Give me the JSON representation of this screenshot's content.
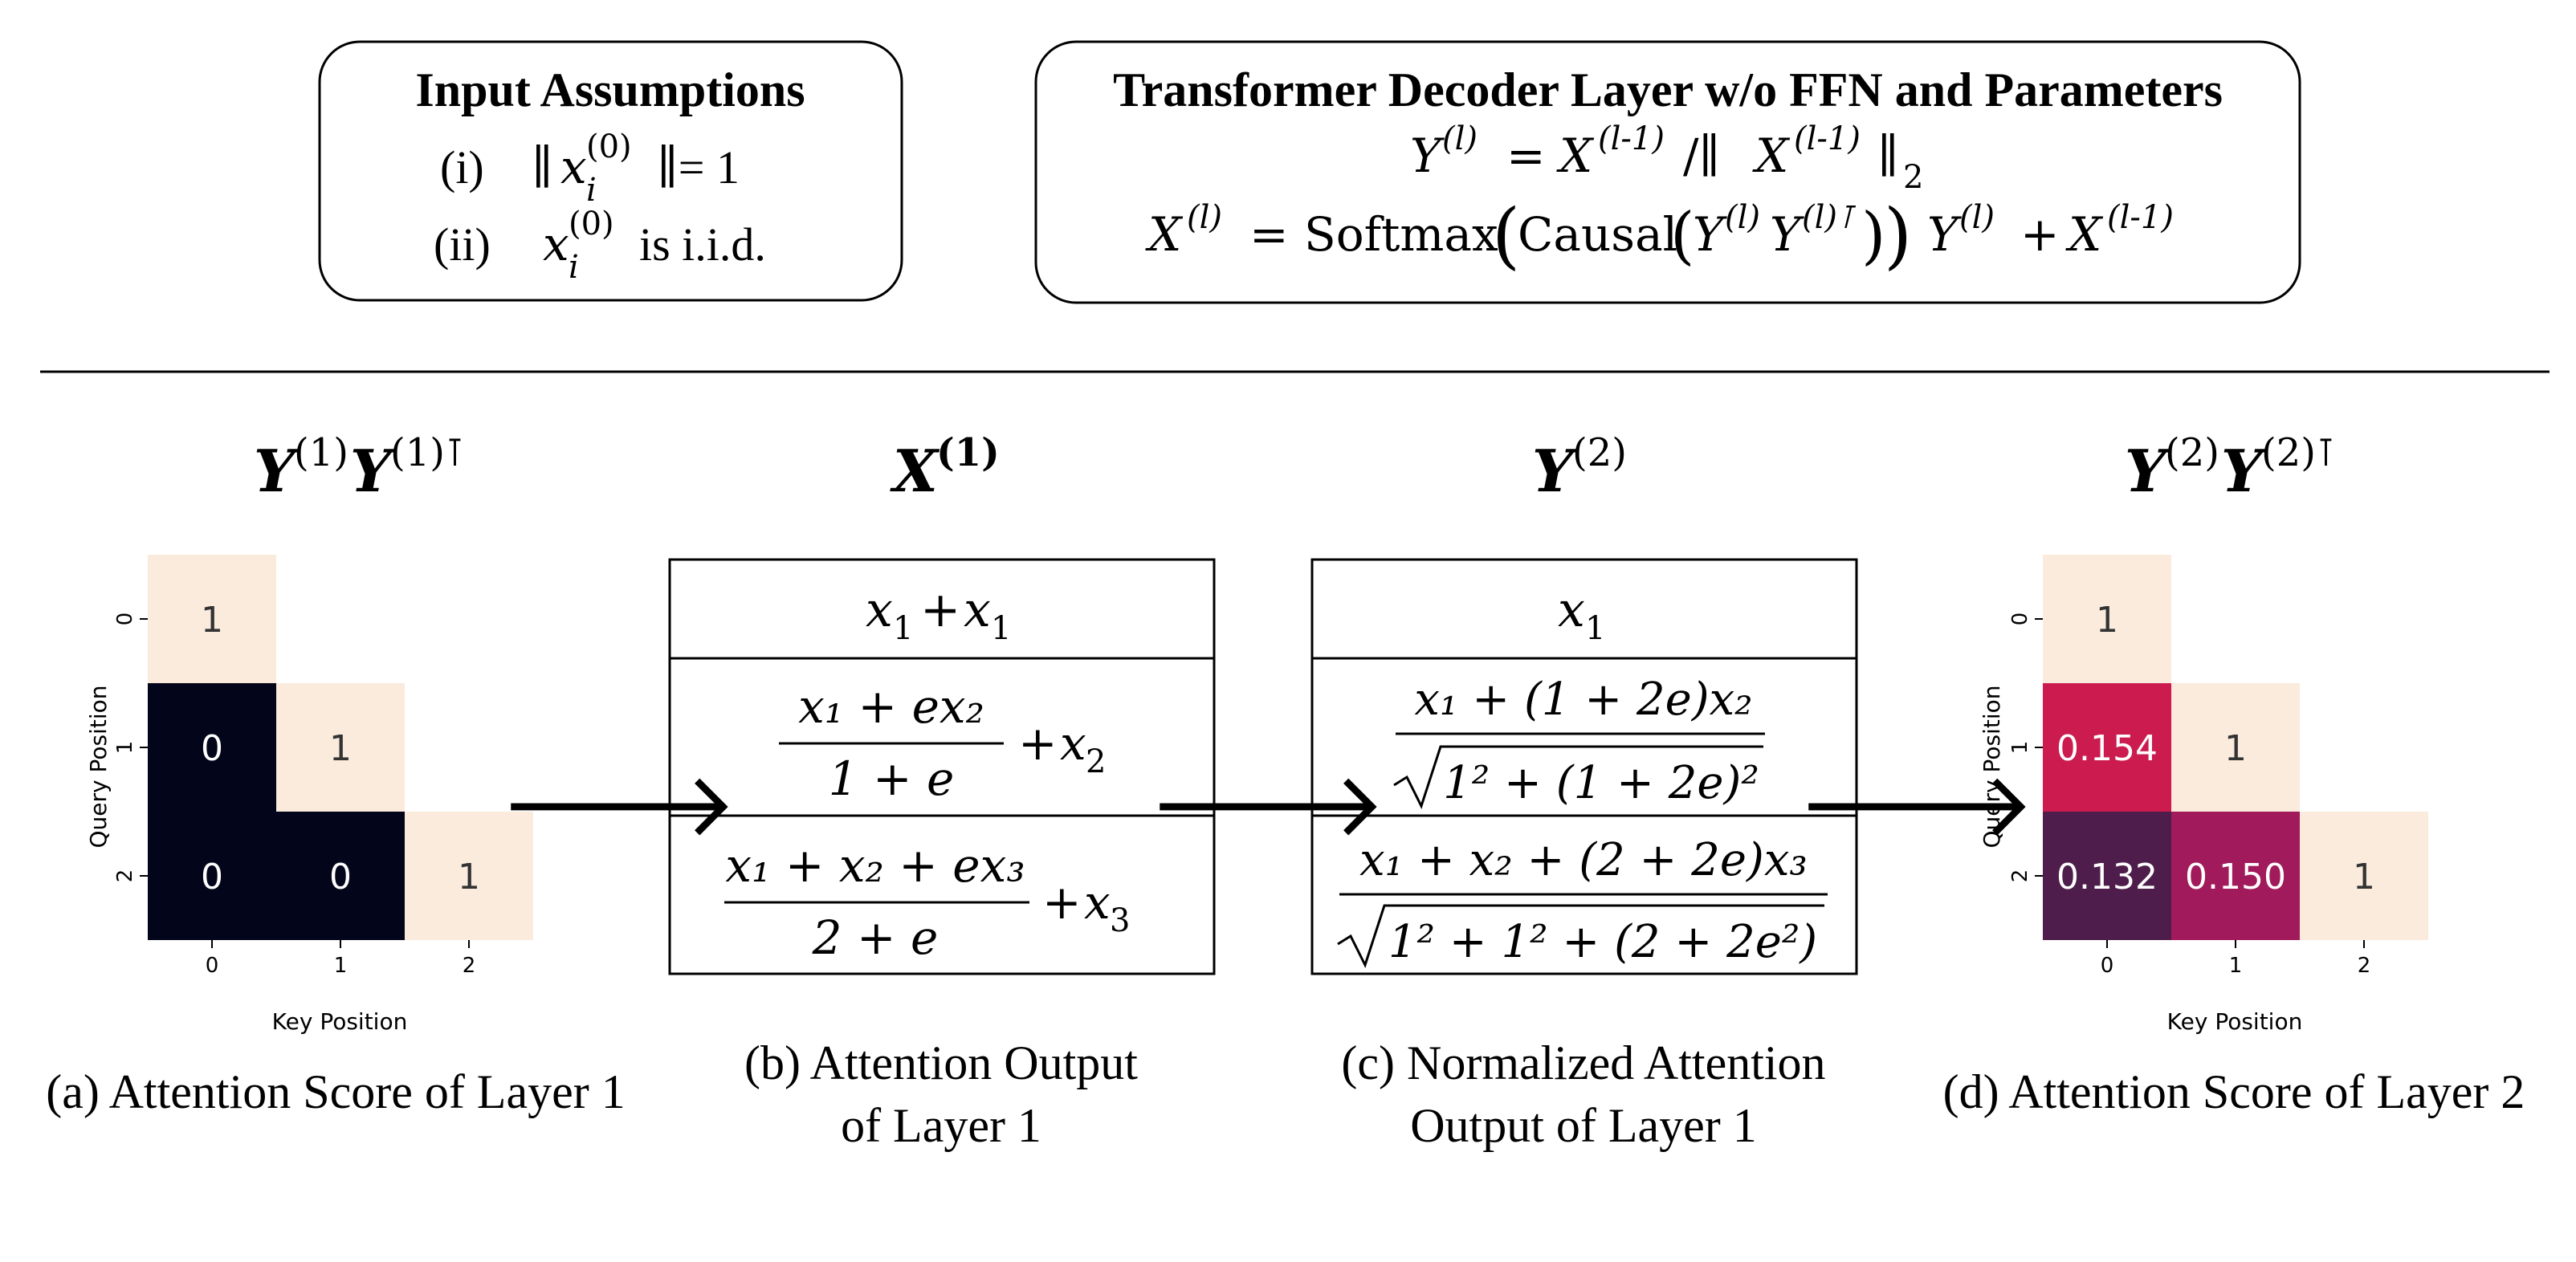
{
  "header": {
    "assumptions": {
      "title": "Input Assumptions",
      "item_i_num": "(i)",
      "item_i_open": "∥",
      "item_i_var": "x",
      "item_i_sub": "i",
      "item_i_sup": "(0)",
      "item_i_close": "∥= 1",
      "item_ii_num": "(ii)",
      "item_ii_var": "x",
      "item_ii_sub": "i",
      "item_ii_sup": "(0)",
      "item_ii_text": "is i.i.d."
    },
    "layer": {
      "title": "Transformer Decoder Layer w/o FFN and Parameters",
      "eq1": {
        "Y": "Y",
        "Y_sup": "(l)",
        "eq": "=",
        "X": "X",
        "X_sup": "(l-1)",
        "slash": "/∥",
        "X2": "X",
        "X2_sup": "(l-1)",
        "norm": "∥",
        "norm_sub": "2"
      },
      "eq2": {
        "X": "X",
        "X_sup": "(l)",
        "eq": "=",
        "softmax": "Softmax",
        "lparen": "(",
        "causal": "Causal",
        "lparen2": "(",
        "Y1": "Y",
        "Y1_sup": "(l)",
        "Y2": "Y",
        "Y2_sup": "(l)⊺",
        "rparen2": ")",
        "rparen": ")",
        "Y3": "Y",
        "Y3_sup": "(l)",
        "plus": "+",
        "X2": "X",
        "X2_sup": "(l-1)"
      }
    }
  },
  "panels": {
    "a": {
      "title_Y1": "Y",
      "title_sup1": "(1)",
      "title_Y2": "Y",
      "title_sup2": "(1)⊺",
      "ylabel": "Query Position",
      "xlabel": "Key Position",
      "ticks": [
        "0",
        "1",
        "2"
      ],
      "cells": [
        {
          "row": 0,
          "col": 0,
          "text": "1",
          "color": "#faebdd",
          "text_color": "#333333"
        },
        {
          "row": 1,
          "col": 0,
          "text": "0",
          "color": "#03051a",
          "text_color": "#ffffff"
        },
        {
          "row": 1,
          "col": 1,
          "text": "1",
          "color": "#faebdd",
          "text_color": "#333333"
        },
        {
          "row": 2,
          "col": 0,
          "text": "0",
          "color": "#03051a",
          "text_color": "#ffffff"
        },
        {
          "row": 2,
          "col": 1,
          "text": "0",
          "color": "#03051a",
          "text_color": "#ffffff"
        },
        {
          "row": 2,
          "col": 2,
          "text": "1",
          "color": "#faebdd",
          "text_color": "#333333"
        }
      ],
      "caption": "(a) Attention Score of Layer 1"
    },
    "b": {
      "title_X": "X",
      "title_sup": "(1)",
      "row1": {
        "a": "x",
        "a_sub": "1",
        "plus": "+",
        "b": "x",
        "b_sub": "1"
      },
      "row2": {
        "num": "x₁ + ex₂",
        "den": "1 + e",
        "plus": "+",
        "tail": "x",
        "tail_sub": "2"
      },
      "row3": {
        "num": "x₁ + x₂ + ex₃",
        "den": "2 + e",
        "plus": "+",
        "tail": "x",
        "tail_sub": "3"
      },
      "caption_line1": "(b) Attention Output",
      "caption_line2": "of Layer 1"
    },
    "c": {
      "title_Y": "Y",
      "title_sup": "(2)",
      "row1": {
        "a": "x",
        "a_sub": "1"
      },
      "row2": {
        "num": "x₁ + (1 + 2e)x₂",
        "den": "1² + (1 + 2e)²"
      },
      "row3": {
        "num": "x₁ + x₂ + (2 + 2e)x₃",
        "den": "1² + 1² + (2 + 2e²)"
      },
      "caption_line1": "(c) Normalized Attention",
      "caption_line2": "Output of Layer 1"
    },
    "d": {
      "title_Y1": "Y",
      "title_sup1": "(2)",
      "title_Y2": "Y",
      "title_sup2": "(2)⊺",
      "ylabel": "Query Position",
      "xlabel": "Key Position",
      "ticks": [
        "0",
        "1",
        "2"
      ],
      "cells": [
        {
          "row": 0,
          "col": 0,
          "text": "1",
          "color": "#faebdd",
          "text_color": "#333333"
        },
        {
          "row": 1,
          "col": 0,
          "text": "0.154",
          "color": "#cb1b4f",
          "text_color": "#ffffff"
        },
        {
          "row": 1,
          "col": 1,
          "text": "1",
          "color": "#faebdd",
          "text_color": "#333333"
        },
        {
          "row": 2,
          "col": 0,
          "text": "0.132",
          "color": "#4e1d4b",
          "text_color": "#ffffff"
        },
        {
          "row": 2,
          "col": 1,
          "text": "0.150",
          "color": "#a11a5b",
          "text_color": "#ffffff"
        },
        {
          "row": 2,
          "col": 2,
          "text": "1",
          "color": "#faebdd",
          "text_color": "#333333"
        }
      ],
      "caption": "(d) Attention Score of Layer 2"
    }
  },
  "arrows": [
    "🡒",
    "🡒",
    "🡒"
  ]
}
